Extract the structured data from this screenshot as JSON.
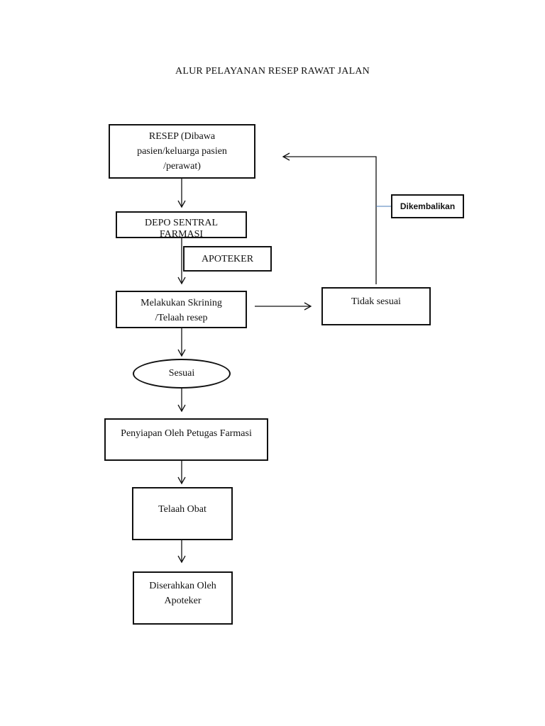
{
  "title": "ALUR PELAYANAN RESEP RAWAT JALAN",
  "nodes": {
    "resep": "RESEP (Dibawa\npasien/keluarga pasien\n/perawat)",
    "depo": "DEPO SENTRAL",
    "depo_overflow": "FARMASI",
    "apoteker": "APOTEKER",
    "skrining": "Melakukan Skrining\n/Telaah resep",
    "tidak_sesuai": "Tidak sesuai",
    "dikembalikan": "Dikembalikan",
    "sesuai": "Sesuai",
    "penyiapan": "Penyiapan Oleh Petugas Farmasi",
    "telaah_obat": "Telaah Obat",
    "diserahkan": "Diserahkan Oleh\nApoteker"
  },
  "edges": [
    {
      "from": "resep",
      "to": "depo"
    },
    {
      "from": "depo",
      "to": "skrining"
    },
    {
      "from": "skrining",
      "to": "tidak_sesuai"
    },
    {
      "from": "tidak_sesuai",
      "to": "resep",
      "label": "dikembalikan"
    },
    {
      "from": "skrining",
      "to": "sesuai"
    },
    {
      "from": "sesuai",
      "to": "penyiapan"
    },
    {
      "from": "penyiapan",
      "to": "telaah_obat"
    },
    {
      "from": "telaah_obat",
      "to": "diserahkan"
    }
  ],
  "colors": {
    "stroke": "#111111",
    "connector": "#4a7db8"
  }
}
